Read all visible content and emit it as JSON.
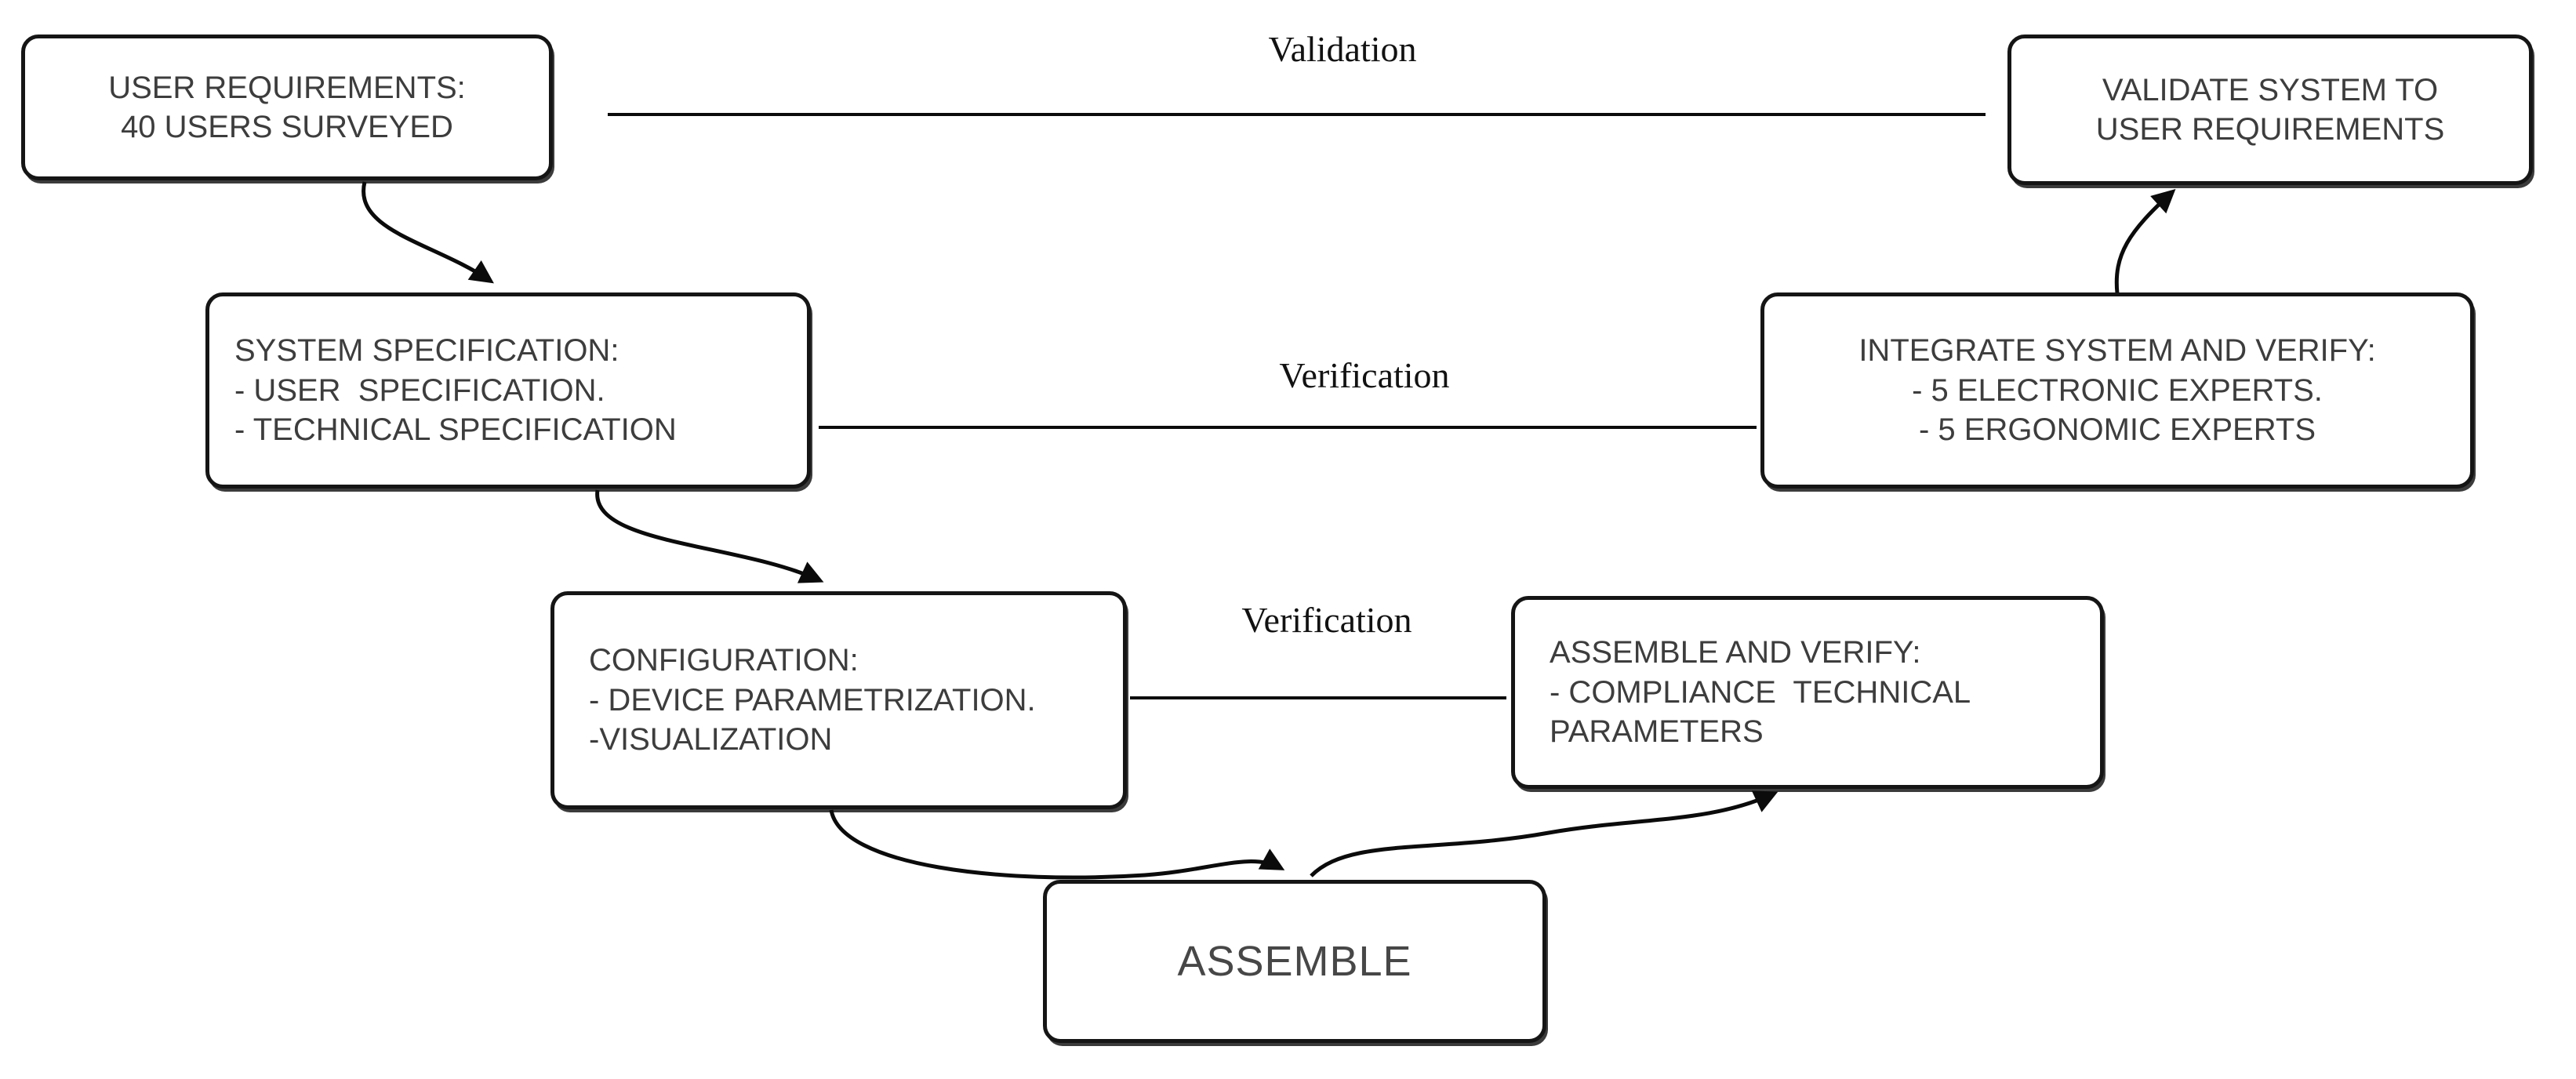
{
  "diagram": {
    "colors": {
      "background": "#ffffff",
      "line": "#0b0b0b",
      "box_border": "#151515",
      "box_text": "#3d3d3d",
      "label_text": "#121212"
    },
    "boxes": [
      {
        "id": "user-requirements",
        "lines": [
          "USER REQUIREMENTS:",
          "40 USERS SURVEYED"
        ]
      },
      {
        "id": "validate-system",
        "lines": [
          "VALIDATE SYSTEM TO",
          "USER REQUIREMENTS"
        ]
      },
      {
        "id": "system-specification",
        "lines": [
          "SYSTEM SPECIFICATION:",
          "- USER  SPECIFICATION.",
          "- TECHNICAL SPECIFICATION"
        ]
      },
      {
        "id": "integrate-and-verify",
        "lines": [
          "INTEGRATE SYSTEM AND VERIFY:",
          "- 5 ELECTRONIC EXPERTS.",
          "- 5 ERGONOMIC EXPERTS"
        ]
      },
      {
        "id": "configuration",
        "lines": [
          "CONFIGURATION:",
          "- DEVICE PARAMETRIZATION.",
          "-VISUALIZATION"
        ]
      },
      {
        "id": "assemble-and-verify",
        "lines": [
          "ASSEMBLE AND VERIFY:",
          "- COMPLIANCE  TECHNICAL",
          "PARAMETERS"
        ]
      },
      {
        "id": "assemble",
        "lines": [
          "ASSEMBLE"
        ]
      }
    ],
    "edge_labels": [
      {
        "id": "validation",
        "text": "Validation"
      },
      {
        "id": "verification-1",
        "text": "Verification"
      },
      {
        "id": "verification-2",
        "text": "Verification"
      }
    ]
  }
}
